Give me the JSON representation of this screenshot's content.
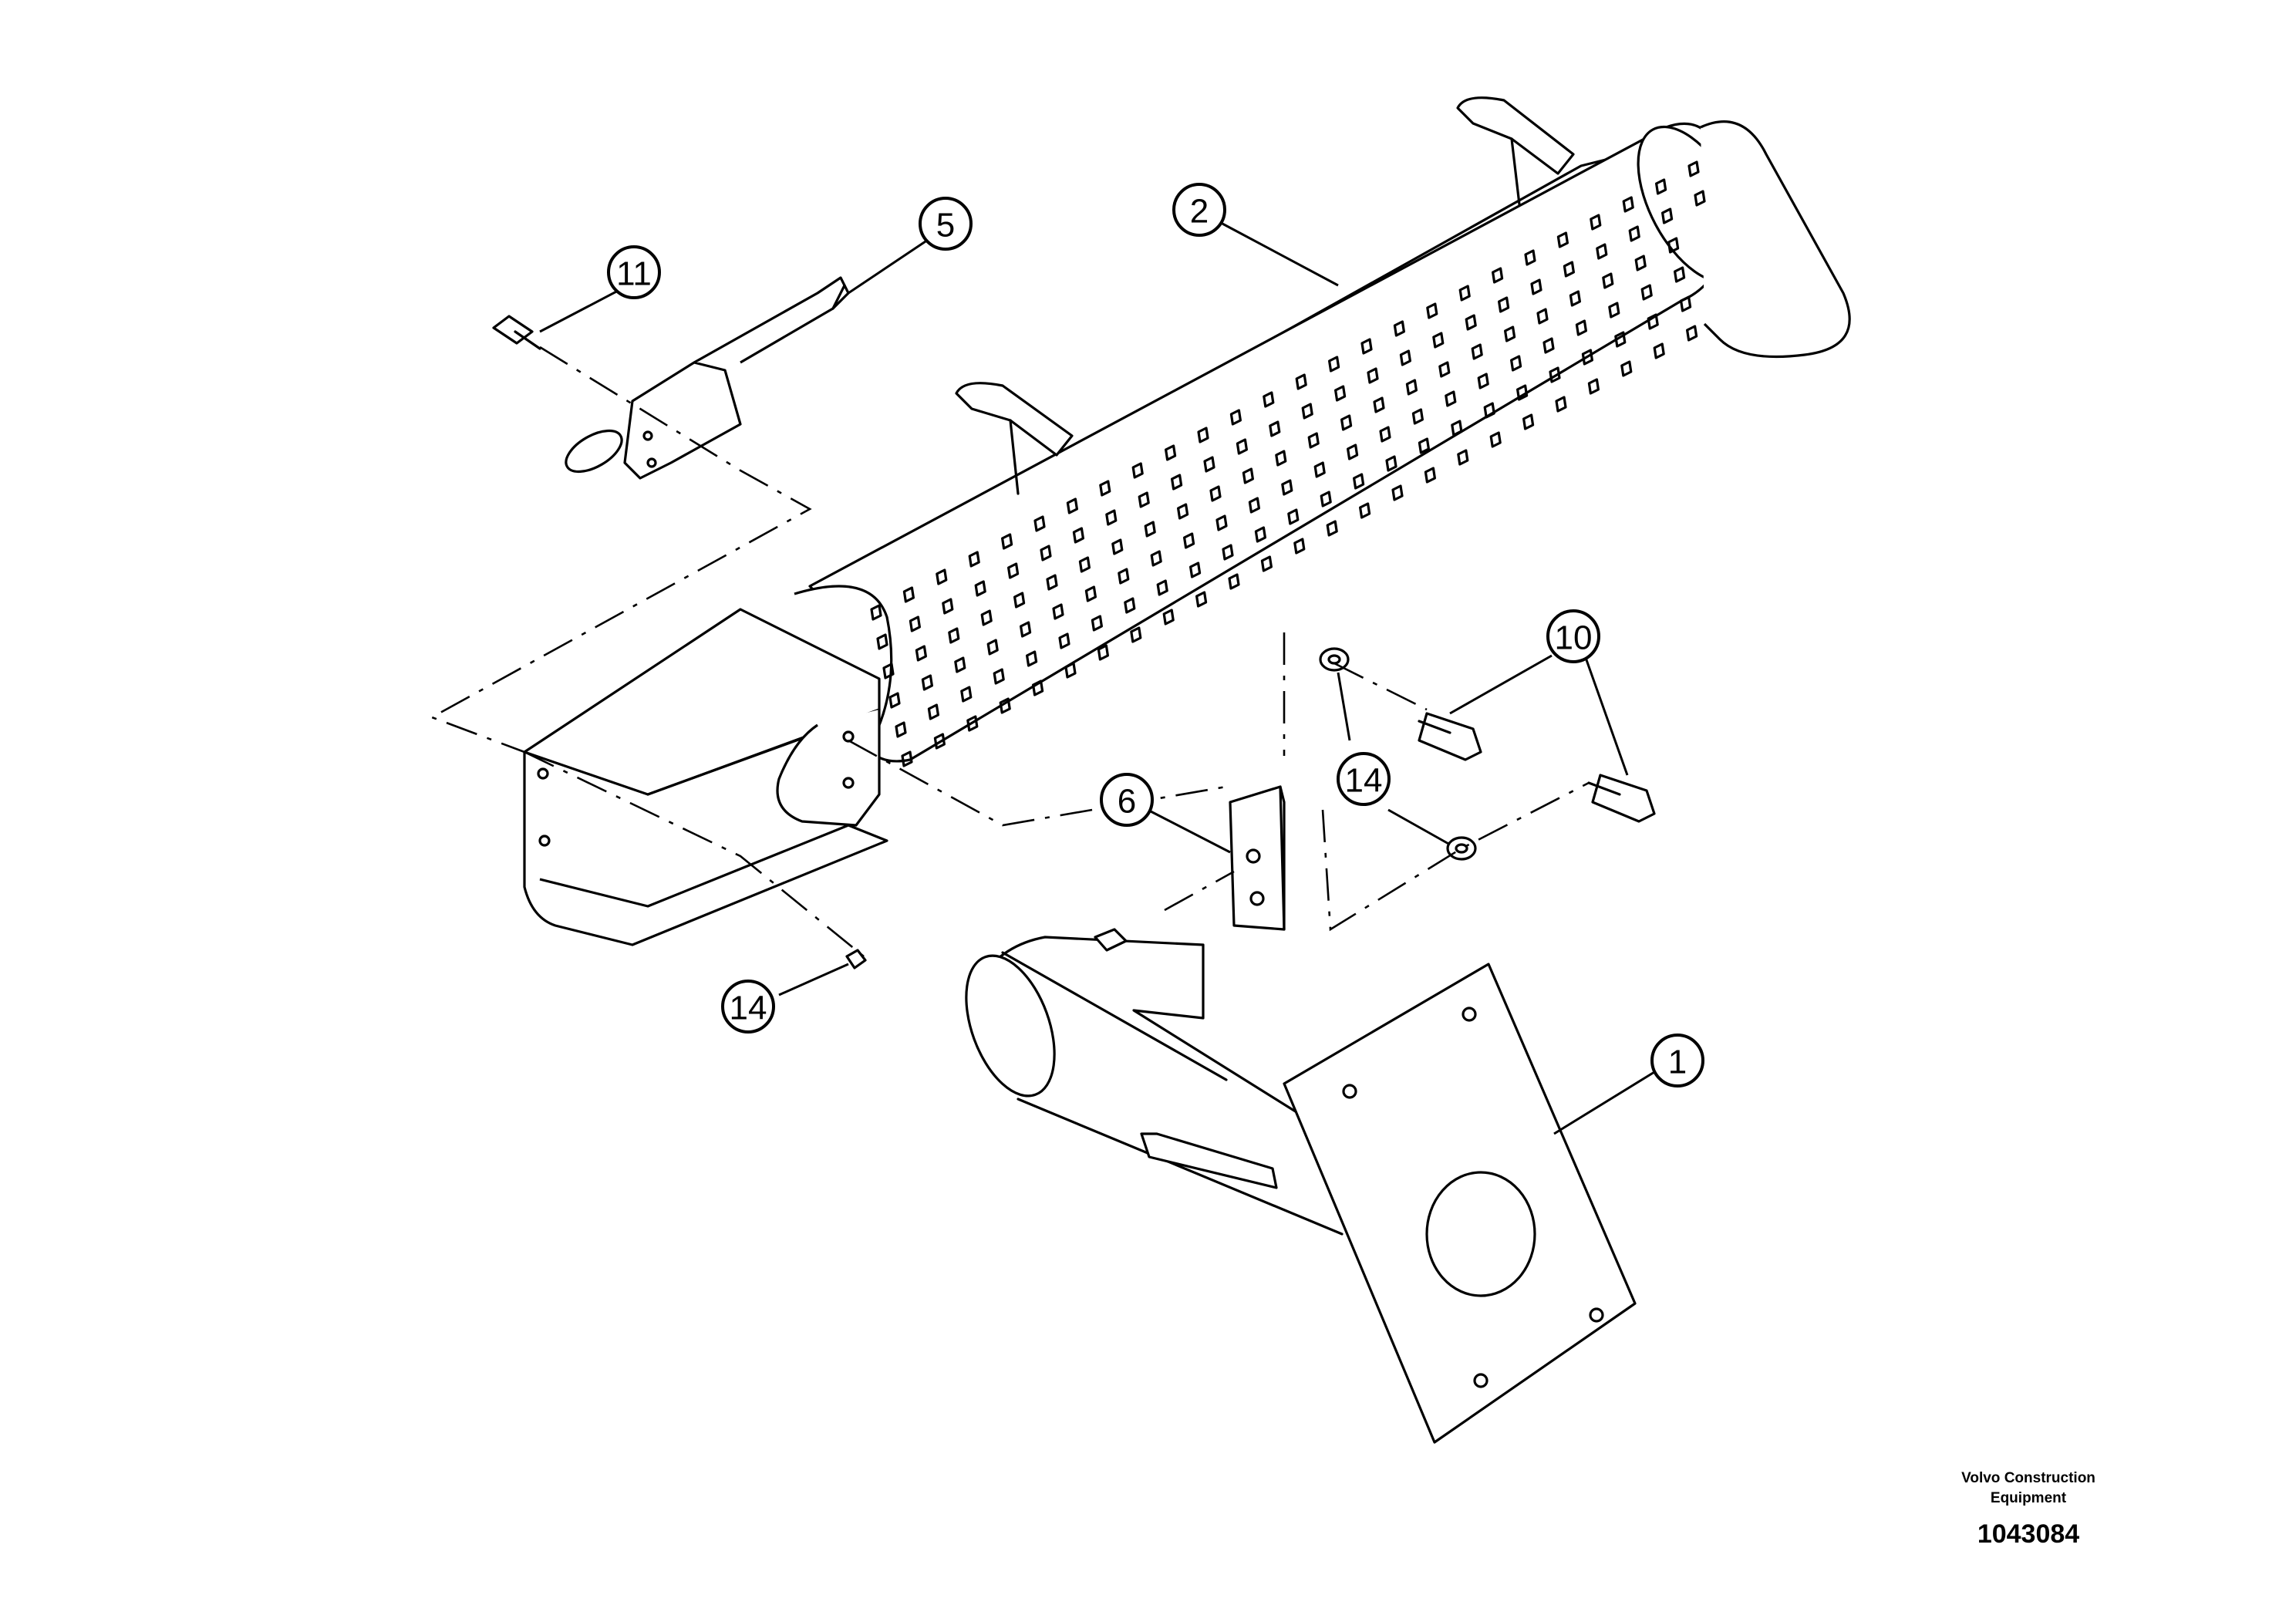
{
  "callouts": {
    "c1": "1",
    "c2": "2",
    "c5": "5",
    "c6": "6",
    "c10": "10",
    "c11": "11",
    "c14a": "14",
    "c14b": "14"
  },
  "brand": {
    "line1": "Volvo Construction",
    "line2": "Equipment",
    "drawing_number": "1043084"
  }
}
